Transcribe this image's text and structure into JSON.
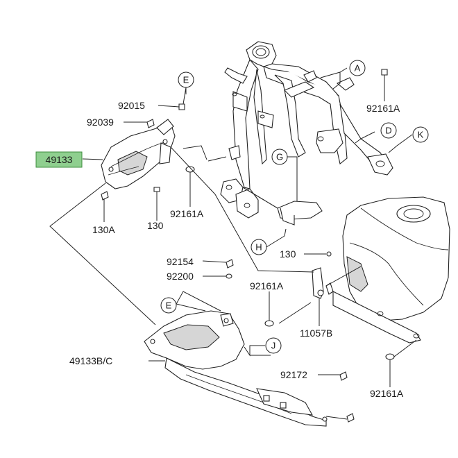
{
  "colors": {
    "highlight": "#8fcf8f",
    "highlight_border": "#3c8c3c",
    "line": "#222222",
    "background": "#ffffff"
  },
  "callouts": {
    "A": "A",
    "D": "D",
    "E1": "E",
    "E2": "E",
    "G": "G",
    "H": "H",
    "J": "J",
    "K": "K"
  },
  "part_numbers": {
    "p49133": "49133",
    "p92015": "92015",
    "p92039": "92039",
    "p130A": "130A",
    "p130_left": "130",
    "p92161A_mid": "92161A",
    "p92161A_top": "92161A",
    "p92154": "92154",
    "p92200": "92200",
    "p130_right": "130",
    "p92161A_lower": "92161A",
    "p11057B": "11057B",
    "p49133BC": "49133B/C",
    "p92172": "92172",
    "p92161A_right": "92161A"
  }
}
